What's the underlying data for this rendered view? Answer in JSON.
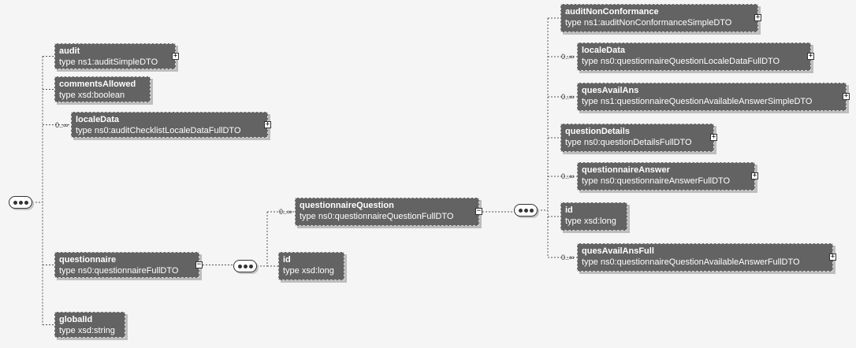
{
  "diagram": {
    "nodes": [
      {
        "id": "audit",
        "name": "audit",
        "type": "type  ns1:auditSimpleDTO",
        "expand": "+"
      },
      {
        "id": "commentsAllowed",
        "name": "commentsAllowed",
        "type": "type  xsd:boolean"
      },
      {
        "id": "localeData",
        "name": "localeData",
        "type": "type  ns0:auditChecklistLocaleDataFullDTO",
        "expand": "+",
        "cardinality": "0..∞"
      },
      {
        "id": "questionnaire",
        "name": "questionnaire",
        "type": "type  ns0:questionnaireFullDTO",
        "expand": "−"
      },
      {
        "id": "globalId",
        "name": "globalId",
        "type": "type  xsd:string"
      },
      {
        "id": "questionnaireQuestion",
        "name": "questionnaireQuestion",
        "type": "type  ns0:questionnaireQuestionFullDTO",
        "expand": "−",
        "cardinality": "0..∞"
      },
      {
        "id": "qId",
        "name": "id",
        "type": "type  xsd:long"
      },
      {
        "id": "auditNonConformance",
        "name": "auditNonConformance",
        "type": "type  ns1:auditNonConformanceSimpleDTO",
        "expand": "+"
      },
      {
        "id": "qLocaleData",
        "name": "localeData",
        "type": "type  ns0:questionnaireQuestionLocaleDataFullDTO",
        "expand": "+",
        "cardinality": "0..∞"
      },
      {
        "id": "quesAvailAns",
        "name": "quesAvailAns",
        "type": "type  ns1:questionnaireQuestionAvailableAnswerSimpleDTO",
        "expand": "+",
        "cardinality": "0..∞"
      },
      {
        "id": "questionDetails",
        "name": "questionDetails",
        "type": "type  ns0:questionDetailsFullDTO",
        "expand": "+"
      },
      {
        "id": "questionnaireAnswer",
        "name": "questionnaireAnswer",
        "type": "type  ns0:questionnaireAnswerFullDTO",
        "expand": "+",
        "cardinality": "0..∞"
      },
      {
        "id": "qqId",
        "name": "id",
        "type": "type  xsd:long"
      },
      {
        "id": "quesAvailAnsFull",
        "name": "quesAvailAnsFull",
        "type": "type  ns0:questionnaireQuestionAvailableAnswerFullDTO",
        "expand": "+",
        "cardinality": "0..∞"
      }
    ],
    "compositors": [
      {
        "id": "seq-root",
        "kind": "sequence"
      },
      {
        "id": "seq-questionnaire",
        "kind": "sequence"
      },
      {
        "id": "seq-question",
        "kind": "sequence"
      }
    ],
    "edges": [
      {
        "from": "seq-root",
        "to": "audit"
      },
      {
        "from": "seq-root",
        "to": "commentsAllowed"
      },
      {
        "from": "seq-root",
        "to": "localeData"
      },
      {
        "from": "seq-root",
        "to": "questionnaire"
      },
      {
        "from": "seq-root",
        "to": "globalId"
      },
      {
        "from": "questionnaire",
        "to": "seq-questionnaire"
      },
      {
        "from": "seq-questionnaire",
        "to": "questionnaireQuestion"
      },
      {
        "from": "seq-questionnaire",
        "to": "qId"
      },
      {
        "from": "questionnaireQuestion",
        "to": "seq-question"
      },
      {
        "from": "seq-question",
        "to": "auditNonConformance"
      },
      {
        "from": "seq-question",
        "to": "qLocaleData"
      },
      {
        "from": "seq-question",
        "to": "quesAvailAns"
      },
      {
        "from": "seq-question",
        "to": "questionDetails"
      },
      {
        "from": "seq-question",
        "to": "questionnaireAnswer"
      },
      {
        "from": "seq-question",
        "to": "qqId"
      },
      {
        "from": "seq-question",
        "to": "quesAvailAnsFull"
      }
    ]
  }
}
